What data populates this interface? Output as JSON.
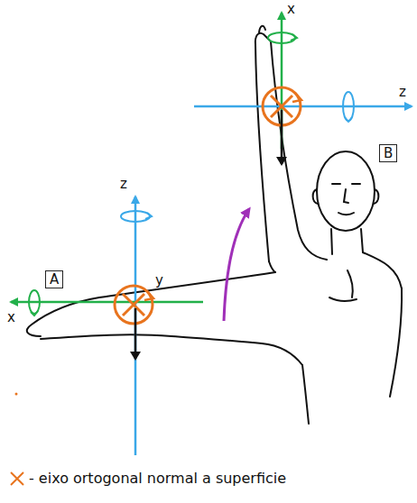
{
  "diagram": {
    "nodes": [
      {
        "text": [
          "B"
        ]
      },
      {
        "text": [
          "A"
        ]
      }
    ],
    "edges": [],
    "labels": [
      "x",
      "z",
      "z",
      "x",
      "y"
    ],
    "legend": [
      {
        "text": "- eixo ortogonal normal a superficie"
      }
    ]
  }
}
